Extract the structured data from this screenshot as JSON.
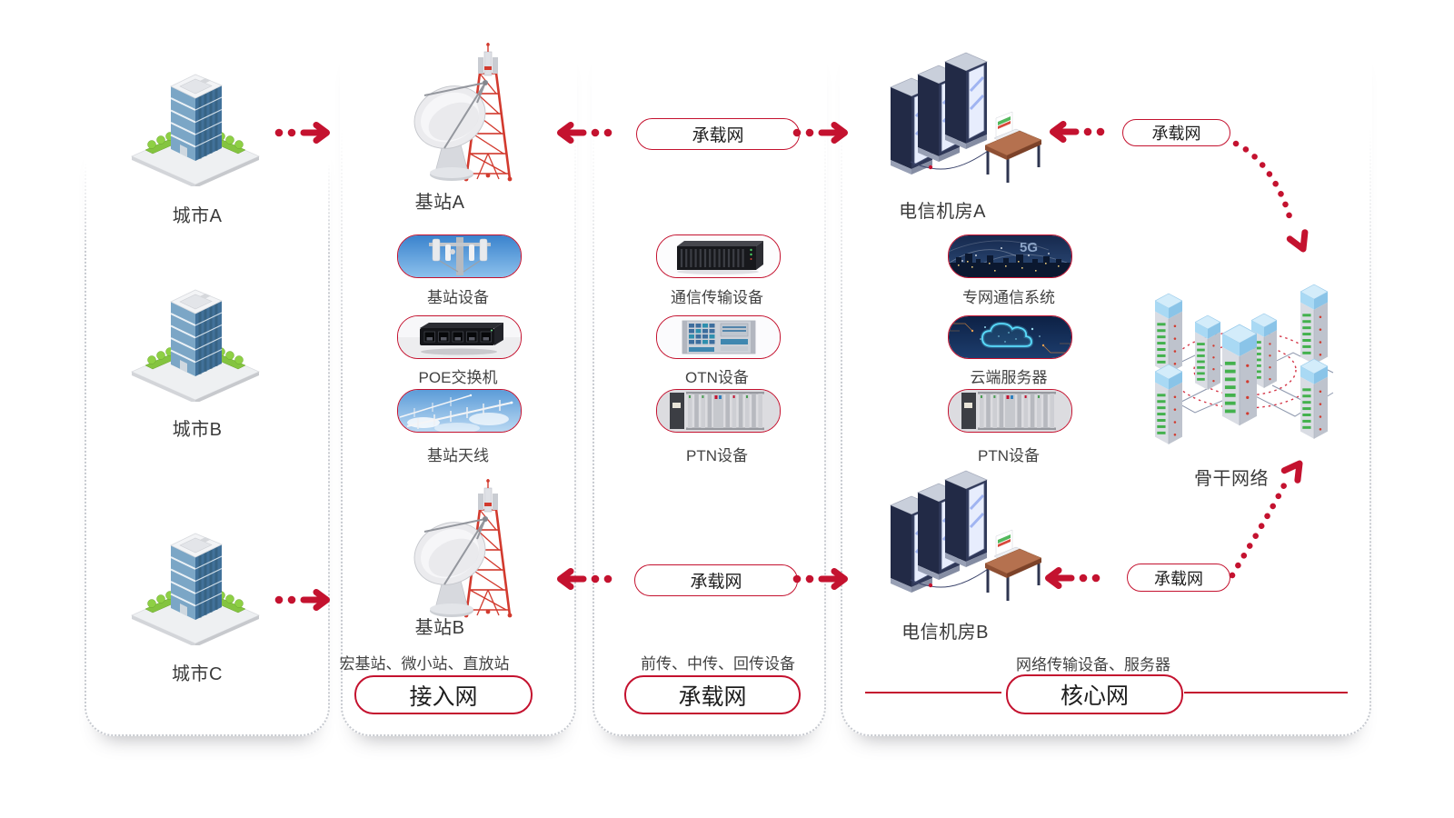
{
  "colors": {
    "accent_red": "#c4122f",
    "tower_red": "#d23a2e",
    "text_dark": "#3a3a3a"
  },
  "panel_city": {
    "cities": [
      "城市A",
      "城市B",
      "城市C"
    ]
  },
  "panel_access": {
    "station_a": "基站A",
    "station_b": "基站B",
    "equipment": [
      "基站设备",
      "POE交换机",
      "基站天线"
    ],
    "caption": "宏基站、微小站、直放站",
    "badge": "接入网"
  },
  "panel_bearer": {
    "equipment": [
      "通信传输设备",
      "OTN设备",
      "PTN设备"
    ],
    "ovals": [
      "承载网",
      "承载网"
    ],
    "caption": "前传、中传、回传设备",
    "badge": "承载网"
  },
  "panel_core": {
    "room_a": "电信机房A",
    "room_b": "电信机房B",
    "equipment": [
      "专网通信系统",
      "云端服务器",
      "PTN设备"
    ],
    "ovals": [
      "承载网",
      "承载网"
    ],
    "fiveg_label": "5G",
    "backbone": "骨干网络",
    "caption": "网络传输设备、服务器",
    "badge": "核心网"
  }
}
